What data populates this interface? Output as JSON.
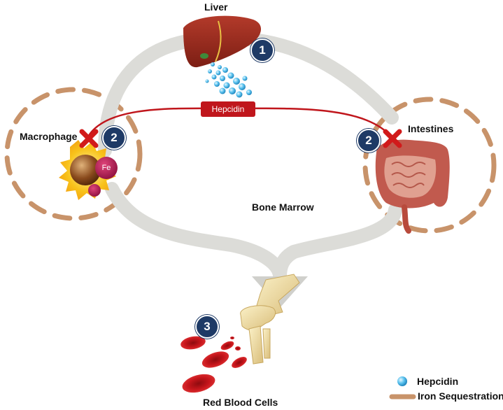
{
  "organs": {
    "liver": "Liver",
    "macrophage": "Macrophage",
    "intestines": "Intestines",
    "bone_marrow": "Bone Marrow",
    "red_blood_cells": "Red Blood Cells"
  },
  "pathway": {
    "hepcidin_label": "Hepcidin",
    "iron_symbol": "Fe"
  },
  "steps": {
    "liver": "1",
    "macrophage": "2",
    "intestines": "2",
    "rbc": "3"
  },
  "legend": {
    "hepcidin": "Hepcidin",
    "iron_sequestration": "Iron Sequestration"
  },
  "colors": {
    "pathway_arrow": "#d9d9d6",
    "hepcidin_line": "#c0161c",
    "step_badge": "#1e3a66",
    "sequestration_dash": "#c8936a",
    "hepcidin_droplet": "#4fb6e6",
    "blocked_x": "#d11a1a"
  }
}
